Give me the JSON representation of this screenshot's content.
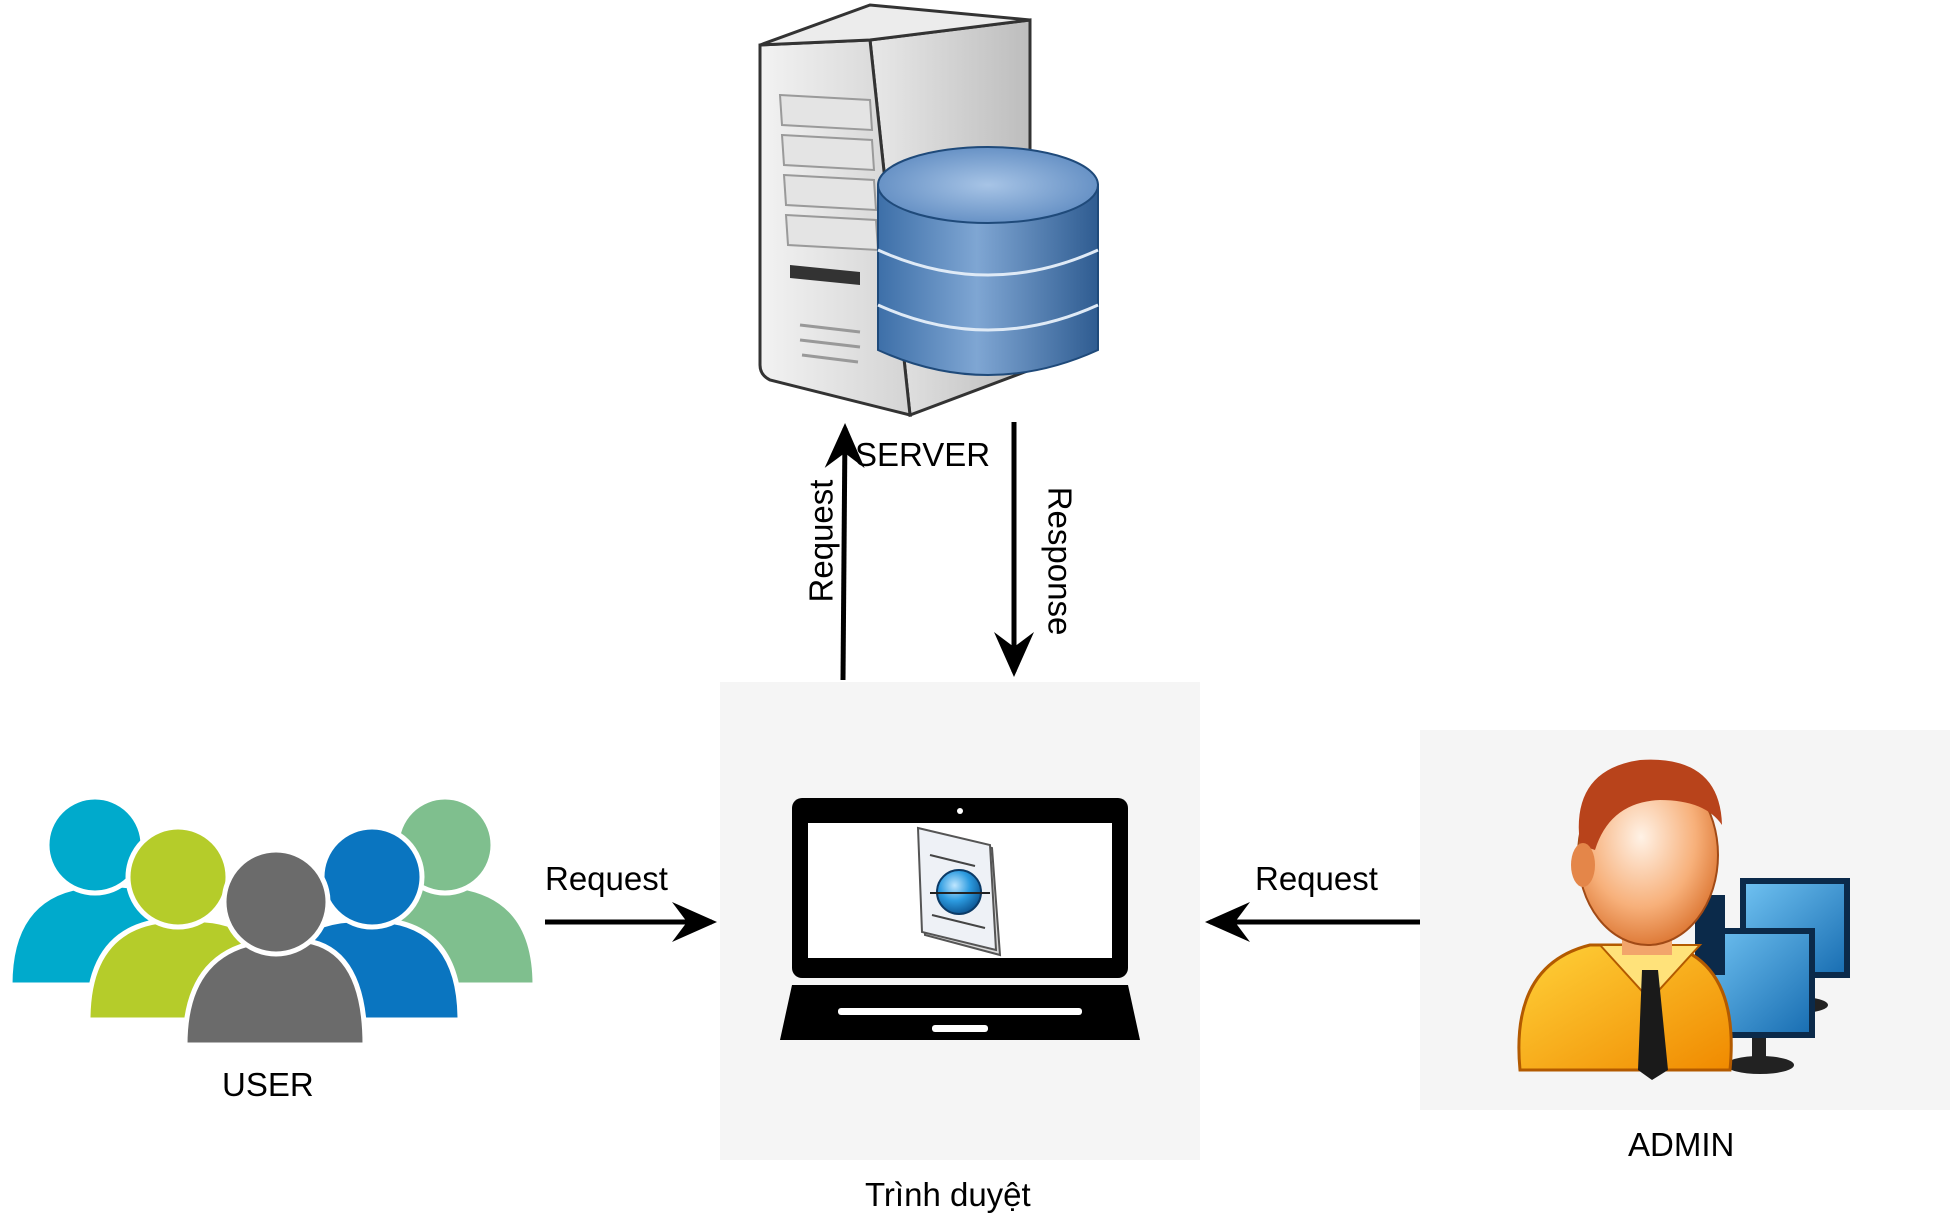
{
  "nodes": {
    "server": {
      "label": "SERVER"
    },
    "user": {
      "label": "USER"
    },
    "browser": {
      "label": "Trình duyệt"
    },
    "admin": {
      "label": "ADMIN"
    }
  },
  "edges": {
    "browser_to_server": {
      "label": "Request"
    },
    "server_to_browser": {
      "label": "Response"
    },
    "user_to_browser": {
      "label": "Request"
    },
    "admin_to_browser": {
      "label": "Request"
    }
  },
  "icons": {
    "server": "server-database-icon",
    "user": "user-group-icon",
    "browser": "laptop-browser-icon",
    "admin": "admin-computers-icon"
  }
}
